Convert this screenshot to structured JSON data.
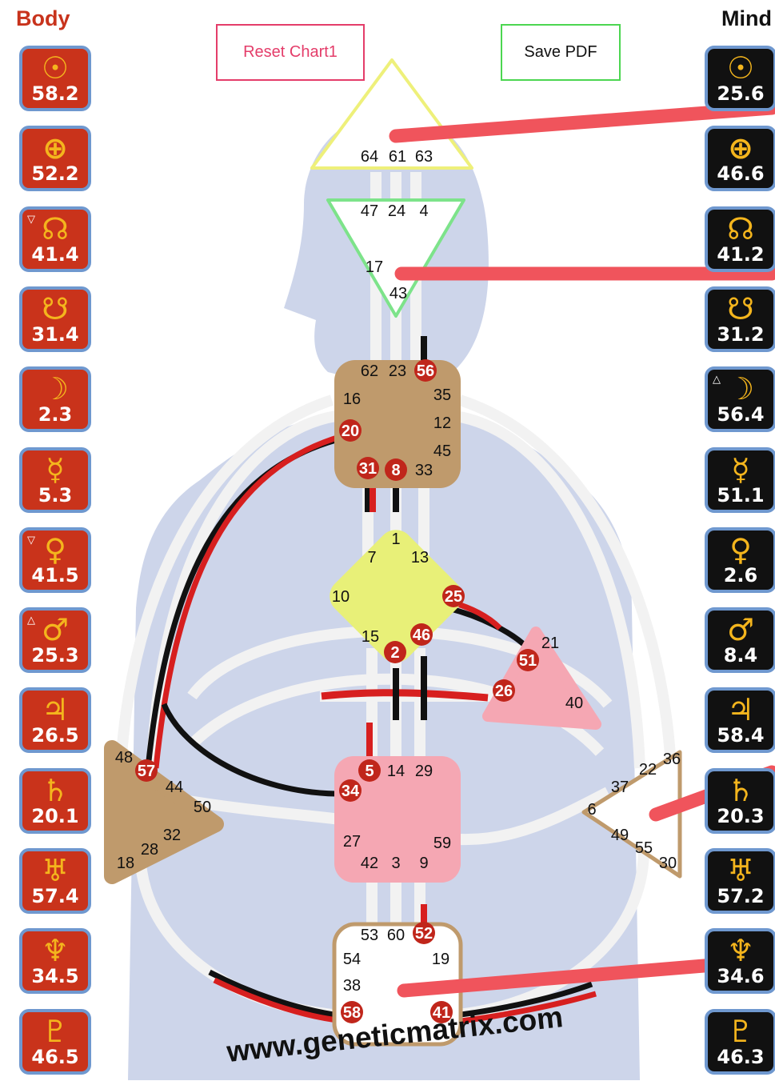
{
  "headers": {
    "body": "Body",
    "mind": "Mind"
  },
  "buttons": {
    "reset": "Reset Chart1",
    "save": "Save PDF"
  },
  "body_planets": [
    {
      "icon": "sun-icon",
      "symbol": "☉",
      "value": "58.2",
      "mark": ""
    },
    {
      "icon": "earth-icon",
      "symbol": "⊕",
      "value": "52.2",
      "mark": ""
    },
    {
      "icon": "north-node-icon",
      "symbol": "☊",
      "value": "41.4",
      "mark": "▽"
    },
    {
      "icon": "south-node-icon",
      "symbol": "☋",
      "value": "31.4",
      "mark": ""
    },
    {
      "icon": "moon-icon",
      "symbol": "☽",
      "value": "2.3",
      "mark": ""
    },
    {
      "icon": "mercury-icon",
      "symbol": "☿",
      "value": "5.3",
      "mark": ""
    },
    {
      "icon": "venus-icon",
      "symbol": "♀",
      "value": "41.5",
      "mark": "▽"
    },
    {
      "icon": "mars-icon",
      "symbol": "♂",
      "value": "25.3",
      "mark": "△"
    },
    {
      "icon": "jupiter-icon",
      "symbol": "♃",
      "value": "26.5",
      "mark": ""
    },
    {
      "icon": "saturn-icon",
      "symbol": "♄",
      "value": "20.1",
      "mark": ""
    },
    {
      "icon": "uranus-icon",
      "symbol": "♅",
      "value": "57.4",
      "mark": ""
    },
    {
      "icon": "neptune-icon",
      "symbol": "♆",
      "value": "34.5",
      "mark": ""
    },
    {
      "icon": "pluto-icon",
      "symbol": "♇",
      "value": "46.5",
      "mark": ""
    }
  ],
  "mind_planets": [
    {
      "icon": "sun-icon",
      "symbol": "☉",
      "value": "25.6",
      "mark": ""
    },
    {
      "icon": "earth-icon",
      "symbol": "⊕",
      "value": "46.6",
      "mark": ""
    },
    {
      "icon": "north-node-icon",
      "symbol": "☊",
      "value": "41.2",
      "mark": ""
    },
    {
      "icon": "south-node-icon",
      "symbol": "☋",
      "value": "31.2",
      "mark": ""
    },
    {
      "icon": "moon-icon",
      "symbol": "☽",
      "value": "56.4",
      "mark": "△"
    },
    {
      "icon": "mercury-icon",
      "symbol": "☿",
      "value": "51.1",
      "mark": ""
    },
    {
      "icon": "venus-icon",
      "symbol": "♀",
      "value": "2.6",
      "mark": ""
    },
    {
      "icon": "mars-icon",
      "symbol": "♂",
      "value": "8.4",
      "mark": ""
    },
    {
      "icon": "jupiter-icon",
      "symbol": "♃",
      "value": "58.4",
      "mark": ""
    },
    {
      "icon": "saturn-icon",
      "symbol": "♄",
      "value": "20.3",
      "mark": ""
    },
    {
      "icon": "uranus-icon",
      "symbol": "♅",
      "value": "57.2",
      "mark": ""
    },
    {
      "icon": "neptune-icon",
      "symbol": "♆",
      "value": "34.6",
      "mark": ""
    },
    {
      "icon": "pluto-icon",
      "symbol": "♇",
      "value": "46.3",
      "mark": ""
    }
  ],
  "centers": {
    "head": {
      "gates": [
        "64",
        "61",
        "63"
      ]
    },
    "ajna": {
      "gates": [
        "47",
        "24",
        "4",
        "17",
        "43"
      ]
    },
    "throat": {
      "gates": [
        "62",
        "23",
        "56",
        "16",
        "35",
        "20",
        "12",
        "45",
        "31",
        "8",
        "33"
      ],
      "active": [
        "56",
        "20",
        "31",
        "8"
      ]
    },
    "g": {
      "gates": [
        "1",
        "7",
        "13",
        "10",
        "25",
        "15",
        "46",
        "2"
      ],
      "active": [
        "25",
        "46",
        "2"
      ]
    },
    "heart": {
      "gates": [
        "21",
        "51",
        "26",
        "40"
      ],
      "active": [
        "51",
        "26"
      ]
    },
    "spleen": {
      "gates": [
        "48",
        "57",
        "44",
        "50",
        "32",
        "28",
        "18"
      ],
      "active": [
        "57"
      ]
    },
    "sacral": {
      "gates": [
        "5",
        "14",
        "29",
        "34",
        "27",
        "59",
        "42",
        "3",
        "9"
      ],
      "active": [
        "5",
        "34"
      ]
    },
    "solar_plexus": {
      "gates": [
        "36",
        "22",
        "37",
        "6",
        "49",
        "55",
        "30"
      ]
    },
    "root": {
      "gates": [
        "53",
        "60",
        "52",
        "54",
        "19",
        "38",
        "58",
        "41"
      ],
      "active": [
        "52",
        "58",
        "41"
      ]
    }
  },
  "watermark": "www.geneticmatrix.com",
  "colors": {
    "body_card": "#c9331b",
    "mind_card": "#111111",
    "card_border": "#6f98cf",
    "glyph": "#f4b51d",
    "silhouette": "#cdd5ea",
    "channel": "#f2f2f2",
    "active_gate": "#c0261b",
    "pointer": "#f0545c"
  }
}
